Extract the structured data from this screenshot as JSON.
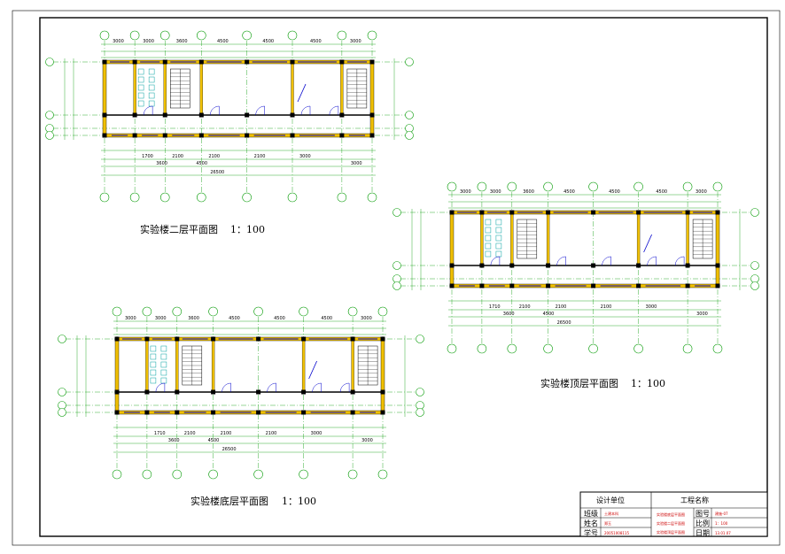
{
  "plans": [
    {
      "title": "实验楼二层平面图",
      "scale": "1：100",
      "top_dims": [
        "3000",
        "3000",
        "3600",
        "4500",
        "4500",
        "4500",
        "3000"
      ],
      "bottom_dims": [
        "1700",
        "2100",
        "2100",
        "2100",
        "3000"
      ],
      "overall_dims": [
        "3600",
        "4500",
        "26500",
        "3000"
      ]
    },
    {
      "title": "实验楼顶层平面图",
      "scale": "1：100",
      "top_dims": [
        "3000",
        "3000",
        "3600",
        "4500",
        "4500",
        "4500",
        "3000"
      ],
      "bottom_dims": [
        "1710",
        "2100",
        "2100",
        "2100",
        "3000"
      ],
      "overall_dims": [
        "3600",
        "4500",
        "26500",
        "3000"
      ]
    },
    {
      "title": "实验楼底层平面图",
      "scale": "1：100",
      "top_dims": [
        "3000",
        "3000",
        "3600",
        "4500",
        "4500",
        "4500",
        "3000"
      ],
      "bottom_dims": [
        "1710",
        "2100",
        "2100",
        "2100",
        "3000"
      ],
      "overall_dims": [
        "3600",
        "4500",
        "26500",
        "3000"
      ]
    }
  ],
  "title_block": {
    "design_unit": "设计单位",
    "project_name": "工程名称",
    "class_label": "班级",
    "name_label": "姓名",
    "id_label": "学号",
    "class_value": "土建本科",
    "name_value": "郑玉",
    "id_value": "20051008115",
    "drawings": [
      "实验楼底层平面图",
      "实验楼二层平面图",
      "实验楼顶层平面图"
    ],
    "drawing_no_label": "图号",
    "scale_label": "比例",
    "date_label": "日期",
    "drawing_no_value": "建施-07",
    "scale_value": "1：100",
    "date_value": "13.01.07"
  },
  "colors": {
    "axis": "#009900",
    "wall": "#f0c000",
    "wall_line": "#000000",
    "dimension": "#009900",
    "stair": "#000000",
    "window": "#0000cc",
    "door": "#0000cc",
    "furniture": "#00a0a0",
    "text_red": "#cc0000"
  }
}
